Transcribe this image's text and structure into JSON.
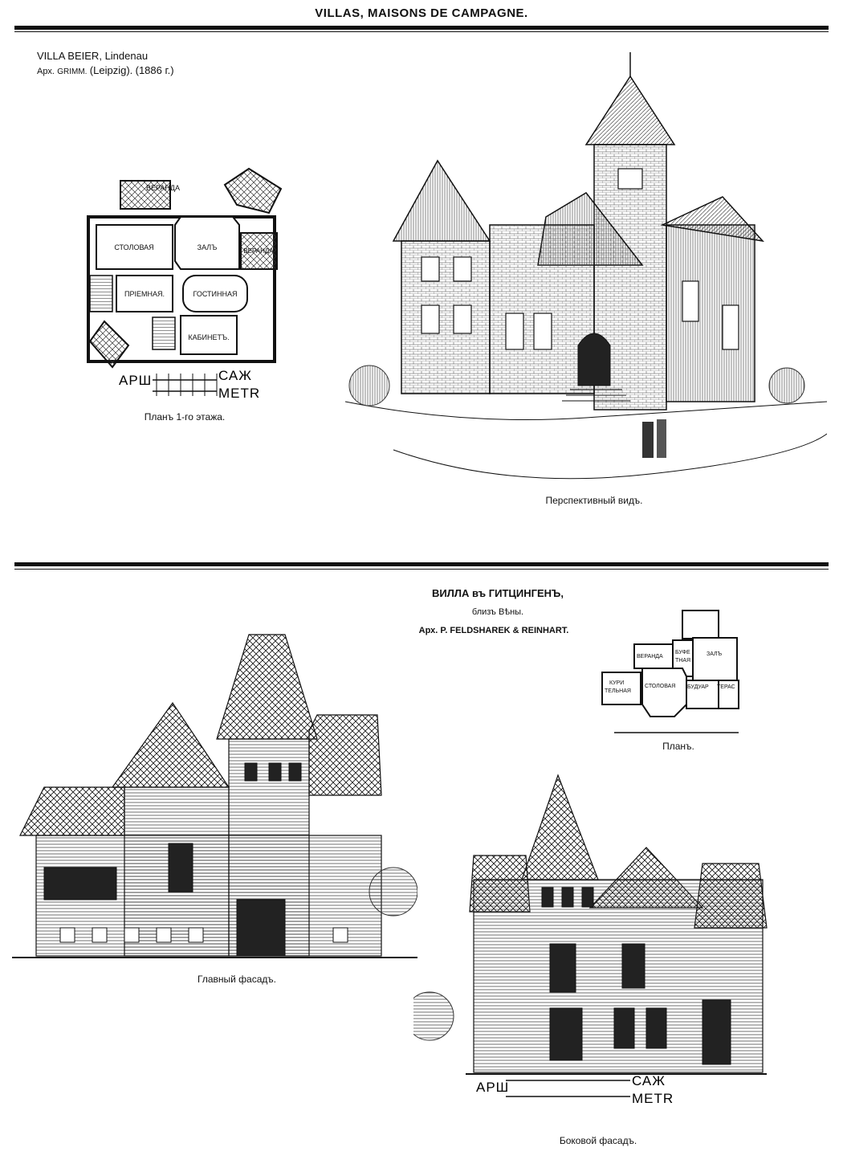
{
  "header": {
    "title": "VILLAS, MAISONS DE CAMPAGNE."
  },
  "villa1": {
    "name": "VILLA BEIER,",
    "location": "Lindenau",
    "arch_prefix": "Арх.",
    "arch_name": "GRIMM.",
    "arch_city": "(Leipzig).",
    "year": "(1886 г.)",
    "plan": {
      "rooms": {
        "veranda_top": "ВЕРАНДА",
        "dining": "СТОЛОВАЯ",
        "hall": "ЗАЛЪ",
        "veranda_right": "ВЕРАНДА",
        "reception": "ПРІЕМНАЯ.",
        "drawing": "ГОСТИННАЯ",
        "study": "КАБИНЕТЪ."
      },
      "scale_left": "АРШ",
      "scale_right_top": "САЖ",
      "scale_right_bottom": "METR",
      "caption": "Планъ 1-го этажа."
    },
    "perspective_caption": "Перспективный видъ."
  },
  "villa2": {
    "name": "ВИЛЛА въ ГИТЦИНГЕНЪ,",
    "location": "близъ Вѣны.",
    "architects": "Арх. P. FELDSHAREK & REINHART.",
    "plan": {
      "rooms": {
        "veranda": "ВЕРАНДА",
        "buffet_1": "БУФЕ",
        "buffet_2": "ТНАЯ",
        "hall": "ЗАЛЪ",
        "smoking_1": "КУРИ",
        "smoking_2": "ТЕЛЬНАЯ",
        "dining": "СТОЛОВАЯ",
        "boudoir": "БУДУАР",
        "terrace": "ТЕРАС"
      },
      "caption": "Планъ."
    },
    "main_facade_caption": "Главный фасадъ.",
    "side_facade_caption": "Боковой фасадъ.",
    "scale_left": "АРШ",
    "scale_right_top": "САЖ",
    "scale_right_bottom": "METR"
  }
}
